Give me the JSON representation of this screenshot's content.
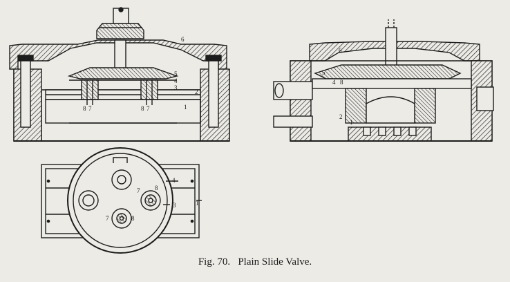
{
  "caption": {
    "fig_label": "Fig. 70.",
    "title": "Plain Slide Valve."
  },
  "callouts": {
    "left_section": [
      "6",
      "5",
      "4",
      "3",
      "2",
      "1",
      "8",
      "7",
      "8",
      "7"
    ],
    "right_section": [
      "6",
      "5",
      "4",
      "8",
      "2",
      "1"
    ],
    "plan_view": [
      "4",
      "7",
      "8",
      "3",
      "1",
      "7",
      "8"
    ]
  },
  "colors": {
    "ink": "#1c1c1c",
    "paper": "#ecebe6"
  }
}
